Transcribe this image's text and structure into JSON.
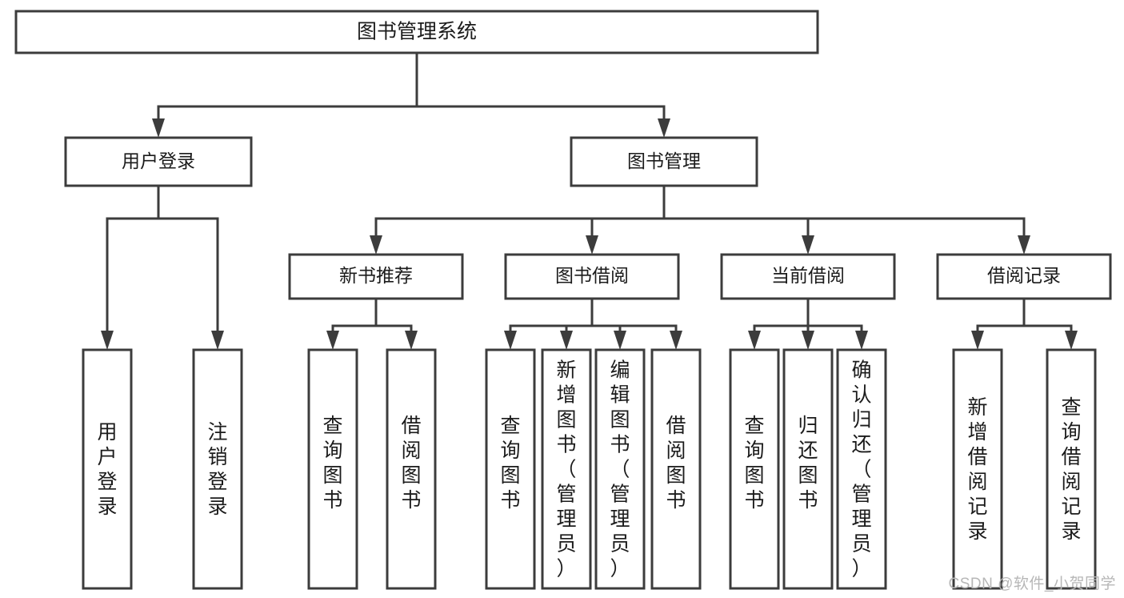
{
  "diagram": {
    "title": "图书管理系统",
    "type": "hierarchy-tree",
    "watermark": "CSDN @软件_小贺同学",
    "colors": {
      "stroke": "#3c3c3c",
      "fill": "#ffffff",
      "text": "#1b1b1b",
      "watermark": "#b7b7b7"
    },
    "root": {
      "id": "root",
      "label": "图书管理系统"
    },
    "level1": [
      {
        "id": "user-login",
        "label": "用户登录"
      },
      {
        "id": "book-manage",
        "label": "图书管理"
      }
    ],
    "level2": [
      {
        "id": "new-book-rec",
        "label": "新书推荐",
        "parent": "book-manage"
      },
      {
        "id": "book-borrow",
        "label": "图书借阅",
        "parent": "book-manage"
      },
      {
        "id": "current-borrow",
        "label": "当前借阅",
        "parent": "book-manage"
      },
      {
        "id": "borrow-record",
        "label": "借阅记录",
        "parent": "book-manage"
      }
    ],
    "leaves": [
      {
        "id": "leaf-user-login",
        "label": "用户登录",
        "parent": "user-login"
      },
      {
        "id": "leaf-logout",
        "label": "注销登录",
        "parent": "user-login"
      },
      {
        "id": "leaf-query-book-1",
        "label": "查询图书",
        "parent": "new-book-rec"
      },
      {
        "id": "leaf-borrow-book-1",
        "label": "借阅图书",
        "parent": "new-book-rec"
      },
      {
        "id": "leaf-query-book-2",
        "label": "查询图书",
        "parent": "book-borrow"
      },
      {
        "id": "leaf-add-book",
        "label": "新增图书（管理员）",
        "parent": "book-borrow"
      },
      {
        "id": "leaf-edit-book",
        "label": "编辑图书（管理员）",
        "parent": "book-borrow"
      },
      {
        "id": "leaf-borrow-book-2",
        "label": "借阅图书",
        "parent": "book-borrow"
      },
      {
        "id": "leaf-query-book-3",
        "label": "查询图书",
        "parent": "current-borrow"
      },
      {
        "id": "leaf-return-book",
        "label": "归还图书",
        "parent": "current-borrow"
      },
      {
        "id": "leaf-confirm-return",
        "label": "确认归还（管理员）",
        "parent": "current-borrow"
      },
      {
        "id": "leaf-add-record",
        "label": "新增借阅记录",
        "parent": "borrow-record"
      },
      {
        "id": "leaf-query-record",
        "label": "查询借阅记录",
        "parent": "borrow-record"
      }
    ]
  }
}
